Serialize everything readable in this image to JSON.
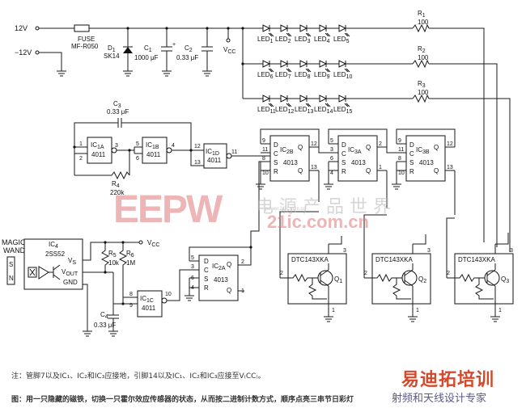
{
  "supply": {
    "pos_label": "12V",
    "neg_label": "−12V",
    "fuse": {
      "label": "FUSE",
      "part": "MF-R050"
    },
    "diode": {
      "ref": "D",
      "sub": "1",
      "part": "SK14"
    },
    "c1": {
      "ref": "C",
      "sub": "1",
      "value": "1000 μF"
    },
    "c2": {
      "ref": "C",
      "sub": "2",
      "value": "0.33 μF"
    },
    "vcc": "V",
    "vcc_sub": "CC"
  },
  "led_rows": [
    {
      "leds": [
        {
          "n": "LED",
          "s": "1"
        },
        {
          "n": "LED",
          "s": "2"
        },
        {
          "n": "LED",
          "s": "3"
        },
        {
          "n": "LED",
          "s": "4"
        },
        {
          "n": "LED",
          "s": "5"
        }
      ],
      "resistor": {
        "ref": "R",
        "sub": "1",
        "value": "100"
      }
    },
    {
      "leds": [
        {
          "n": "LED",
          "s": "6"
        },
        {
          "n": "LED",
          "s": "7"
        },
        {
          "n": "LED",
          "s": "8"
        },
        {
          "n": "LED",
          "s": "9"
        },
        {
          "n": "LED",
          "s": "10"
        }
      ],
      "resistor": {
        "ref": "R",
        "sub": "2",
        "value": "100"
      }
    },
    {
      "leds": [
        {
          "n": "LED",
          "s": "11"
        },
        {
          "n": "LED",
          "s": "12"
        },
        {
          "n": "LED",
          "s": "13"
        },
        {
          "n": "LED",
          "s": "14"
        },
        {
          "n": "LED",
          "s": "15"
        }
      ],
      "resistor": {
        "ref": "R",
        "sub": "3",
        "value": "100"
      }
    }
  ],
  "oscillator": {
    "c3": {
      "ref": "C",
      "sub": "3",
      "value": "0.33 μF"
    },
    "r4": {
      "ref": "R",
      "sub": "4",
      "value": "220k"
    },
    "ic1a": {
      "ref": "IC",
      "sub": "1A",
      "part": "4011",
      "pins": [
        "1",
        "2",
        "3"
      ]
    },
    "ic1b": {
      "ref": "IC",
      "sub": "1B",
      "part": "4011",
      "pins": [
        "5",
        "6",
        "4"
      ]
    },
    "ic1d": {
      "ref": "IC",
      "sub": "1D",
      "part": "4011",
      "pins": [
        "12",
        "13",
        "11"
      ]
    }
  },
  "flipflops": [
    {
      "ref": "IC",
      "sub": "2B",
      "part": "4013",
      "pins": [
        "9",
        "11",
        "8",
        "10",
        "12",
        "13"
      ],
      "labels": [
        "D",
        "C",
        "S",
        "R",
        "Q",
        "Q"
      ]
    },
    {
      "ref": "IC",
      "sub": "3A",
      "part": "4013",
      "pins": [
        "5",
        "3",
        "6",
        "4",
        "2",
        "1"
      ],
      "labels": [
        "D",
        "C",
        "S",
        "R",
        "Q",
        "Q"
      ]
    },
    {
      "ref": "IC",
      "sub": "3B",
      "part": "4013",
      "pins": [
        "9",
        "11",
        "8",
        "10",
        "12",
        "13"
      ],
      "labels": [
        "D",
        "C",
        "S",
        "R",
        "Q",
        "Q"
      ]
    }
  ],
  "sensor": {
    "wand_label_1": "MAGIC",
    "wand_label_2": "WAND",
    "magnet_s": "S",
    "magnet_n": "N",
    "ic4": {
      "ref": "IC",
      "sub": "4",
      "part": "2SS52"
    },
    "pins": [
      "V",
      "S",
      "V",
      "OUT",
      "GND"
    ],
    "r5": {
      "ref": "R",
      "sub": "5",
      "value": "10k"
    },
    "r6": {
      "ref": "R",
      "sub": "6",
      "value": "1M"
    },
    "c4": {
      "ref": "C",
      "sub": "4",
      "value": "0.33 μF"
    },
    "vcc": "V",
    "vcc_sub": "CC"
  },
  "ic2a": {
    "ref": "IC",
    "sub": "2A",
    "part": "4013",
    "pins": [
      "5",
      "3",
      "6",
      "4",
      "2",
      "1"
    ],
    "labels": [
      "D",
      "C",
      "S",
      "R",
      "Q",
      "Q"
    ]
  },
  "ic1c": {
    "ref": "IC",
    "sub": "1C",
    "part": "4011",
    "pins": [
      "8",
      "9",
      "10"
    ]
  },
  "transistors": [
    {
      "part": "DTC143XKA",
      "ref": "Q",
      "sub": "1",
      "pins": [
        "3",
        "2",
        "1"
      ]
    },
    {
      "part": "DTC143XKA",
      "ref": "Q",
      "sub": "2",
      "pins": [
        "3",
        "2",
        "1"
      ]
    },
    {
      "part": "DTC143XKA",
      "ref": "Q",
      "sub": "3",
      "pins": [
        "3",
        "2",
        "1"
      ]
    }
  ],
  "watermark": {
    "letters": "EEPW",
    "chinese": "电 源 产 品 世 界",
    "site": "21ic.com.cn",
    "url": "power.21ic.com.cn"
  },
  "note": "注：管脚7以及IC₁、IC₂和IC₃应接地，引脚14以及IC₁、IC₂和IC₃应接至V₍CC₎。",
  "caption": "图：用一只隐藏的磁铁，切换一只霍尔效应传感器的状态，从而按二进制计数方式，顺序点亮三串节日彩灯",
  "brand": {
    "main": "易迪拓培训",
    "sub": "射频和天线设计专家"
  }
}
